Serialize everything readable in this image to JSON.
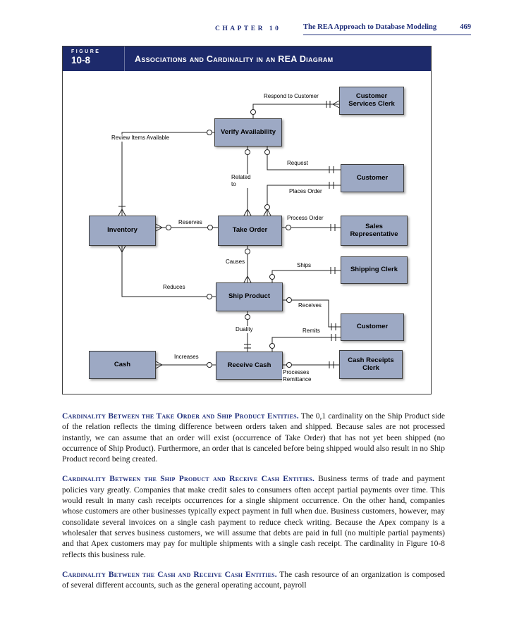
{
  "colors": {
    "navy_accent": "#1f2e7a",
    "figure_bar": "#1d2a6b",
    "entity_fill": "#9da9c4"
  },
  "header": {
    "chapter": "CHAPTER 10",
    "title": "The REA Approach to Database Modeling",
    "page_number": "469"
  },
  "figure": {
    "label": "FIGURE",
    "number": "10-8",
    "title": "Associations and Cardinality in an REA Diagram"
  },
  "diagram": {
    "entities": {
      "customer_services_clerk": "Customer Services Clerk",
      "verify_availability": "Verify Availability",
      "customer_top": "Customer",
      "inventory": "Inventory",
      "take_order": "Take Order",
      "sales_representative": "Sales Representative",
      "shipping_clerk": "Shipping Clerk",
      "ship_product": "Ship Product",
      "customer_bottom": "Customer",
      "cash": "Cash",
      "receive_cash": "Receive Cash",
      "cash_receipts_clerk": "Cash Receipts Clerk"
    },
    "relationships": {
      "respond_to_customer": "Respond to Customer",
      "review_items_available": "Review Items Available",
      "request": "Request",
      "related_to": "Related to",
      "places_order": "Places Order",
      "reserves": "Reserves",
      "process_order": "Process Order",
      "causes": "Causes",
      "ships": "Ships",
      "reduces": "Reduces",
      "receives": "Receives",
      "duality": "Duality",
      "remits": "Remits",
      "increases": "Increases",
      "processes_remittance": "Processes Remittance"
    }
  },
  "sections": [
    {
      "heading": "Cardinality Between the Take Order and Ship Product Entities.",
      "body": "The 0,1 cardinality on the Ship Product side of the relation reflects the timing difference between orders taken and shipped. Because sales are not processed instantly, we can assume that an order will exist (occurrence of Take Order) that has not yet been shipped (no occurrence of Ship Product). Furthermore, an order that is canceled before being shipped would also result in no Ship Product record being created."
    },
    {
      "heading": "Cardinality Between the Ship Product and Receive Cash Entities.",
      "body": "Business terms of trade and payment policies vary greatly. Companies that make credit sales to consumers often accept partial payments over time. This would result in many cash receipts occurrences for a single shipment occurrence. On the other hand, companies whose customers are other businesses typically expect payment in full when due. Business customers, however, may consolidate several invoices on a single cash payment to reduce check writing. Because the Apex company is a wholesaler that serves business customers, we will assume that debts are paid in full (no multiple partial payments) and that Apex customers may pay for multiple shipments with a single cash receipt. The cardinality in Figure 10-8 reflects this business rule."
    },
    {
      "heading": "Cardinality Between the Cash and Receive Cash Entities.",
      "body": "The cash resource of an organization is composed of several different accounts, such as the general operating account, payroll"
    }
  ]
}
